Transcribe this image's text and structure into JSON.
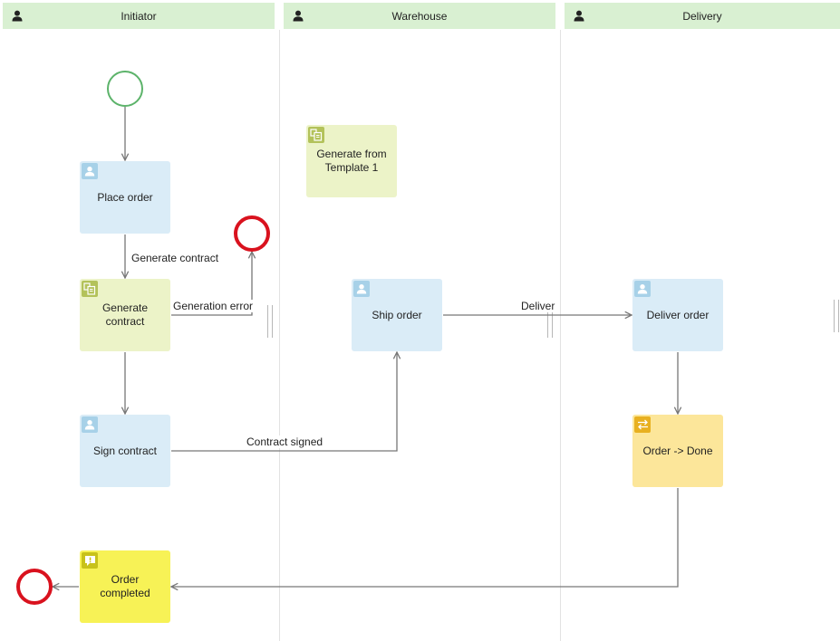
{
  "lanes": [
    {
      "title": "Initiator"
    },
    {
      "title": "Warehouse"
    },
    {
      "title": "Delivery"
    }
  ],
  "nodes": {
    "place_order": "Place order",
    "generate_contract": "Generate contract",
    "sign_contract": "Sign contract",
    "order_completed": "Order completed",
    "generate_from_template": "Generate from Template 1",
    "ship_order": "Ship order",
    "deliver_order": "Deliver order",
    "order_done": "Order -> Done"
  },
  "edge_labels": {
    "generate_contract": "Generate contract",
    "generation_error": "Generation error",
    "contract_signed": "Contract signed",
    "deliver": "Deliver"
  },
  "colors": {
    "lane_header": "#d9f0d2",
    "user_task": "#daecf7",
    "document_task": "#ecf3c8",
    "status_task": "#fce69a",
    "notification_task": "#f7f256",
    "start_event": "#5cb36a",
    "end_event": "#d9121e",
    "connector": "#777777"
  },
  "icons": {
    "lane": "person-icon",
    "user_task": "user-icon",
    "document_task": "document-icon",
    "status_task": "swap-arrows-icon",
    "notification_task": "alert-icon"
  }
}
